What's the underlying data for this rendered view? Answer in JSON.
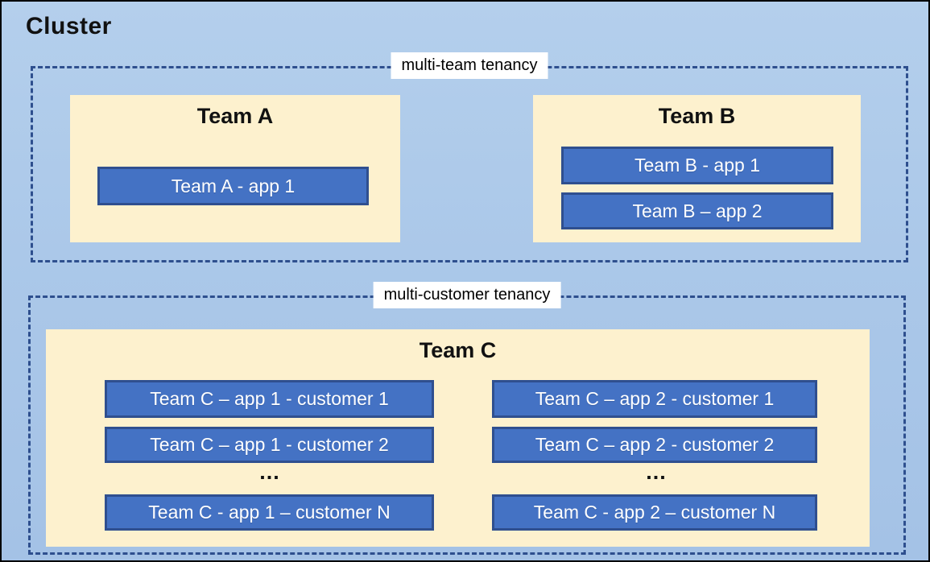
{
  "cluster": {
    "title": "Cluster"
  },
  "sections": [
    {
      "label": "multi-team tenancy",
      "teams": [
        {
          "name": "Team A",
          "apps": [
            "Team A - app 1"
          ]
        },
        {
          "name": "Team B",
          "apps": [
            "Team B - app 1",
            "Team B – app 2"
          ]
        }
      ]
    },
    {
      "label": "multi-customer tenancy",
      "teams": [
        {
          "name": "Team C",
          "ellipsis": "...",
          "columns": [
            {
              "apps": [
                "Team C – app 1 - customer 1",
                "Team C – app 1 - customer 2"
              ],
              "last_app": "Team C - app 1 – customer N"
            },
            {
              "apps": [
                "Team C – app 2 - customer 1",
                "Team C – app 2 - customer 2"
              ],
              "last_app": "Team C - app 2 – customer N"
            }
          ]
        }
      ]
    }
  ],
  "colors": {
    "canvas_background_top": "#B4CFEC",
    "canvas_background_bottom": "#A4C2E6",
    "canvas_border": "#000000",
    "dashed_border": "#2E4F8E",
    "team_background": "#FDF1CE",
    "app_fill": "#4472C4",
    "app_border": "#2F4F8F",
    "app_text": "#FFFFFF",
    "label_background": "#FFFFFF",
    "title_text": "#111111"
  }
}
